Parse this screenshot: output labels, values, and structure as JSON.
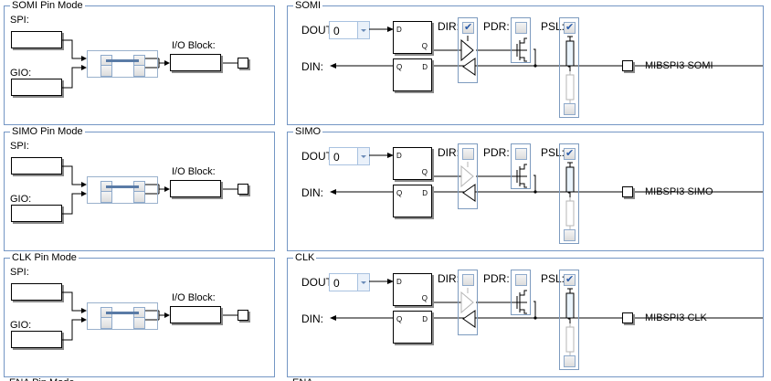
{
  "pin_mode_panels": [
    {
      "title": "SOMI Pin Mode",
      "spi_label": "SPI:",
      "gio_label": "GIO:",
      "io_block_label": "I/O Block:",
      "mux_selected": "SPI"
    },
    {
      "title": "SIMO Pin Mode",
      "spi_label": "SPI:",
      "gio_label": "GIO:",
      "io_block_label": "I/O Block:",
      "mux_selected": "SPI"
    },
    {
      "title": "CLK Pin Mode",
      "spi_label": "SPI:",
      "gio_label": "GIO:",
      "io_block_label": "I/O Block:",
      "mux_selected": "SPI"
    }
  ],
  "pin_config_panels": [
    {
      "title": "SOMI",
      "dout_label": "DOUT:",
      "dout_value": "0",
      "din_label": "DIN:",
      "dir_label": "DIR:",
      "dir_checked": true,
      "pdr_label": "PDR:",
      "pdr_checked": false,
      "psl_label": "PSL:",
      "psl_checked": true,
      "pulldown_checked": false,
      "pin_name": "MIBSPI3 SOMI",
      "ff_d": "D",
      "ff_q": "Q"
    },
    {
      "title": "SIMO",
      "dout_label": "DOUT:",
      "dout_value": "0",
      "din_label": "DIN:",
      "dir_label": "DIR:",
      "dir_checked": false,
      "pdr_label": "PDR:",
      "pdr_checked": false,
      "psl_label": "PSL:",
      "psl_checked": true,
      "pulldown_checked": false,
      "pin_name": "MIBSPI3 SIMO",
      "ff_d": "D",
      "ff_q": "Q"
    },
    {
      "title": "CLK",
      "dout_label": "DOUT:",
      "dout_value": "0",
      "din_label": "DIN:",
      "dir_label": "DIR:",
      "dir_checked": false,
      "pdr_label": "PDR:",
      "pdr_checked": false,
      "psl_label": "PSL:",
      "psl_checked": true,
      "pulldown_checked": false,
      "pin_name": "MIBSPI3 CLK",
      "ff_d": "D",
      "ff_q": "Q"
    }
  ],
  "partial_row": {
    "left_title": "ENA Pin Mode",
    "right_title": "ENA"
  },
  "colors": {
    "panel_border": "#7496c4",
    "checkbox_check": "#2a5ba8",
    "mux_link": "#5a7ba6"
  }
}
